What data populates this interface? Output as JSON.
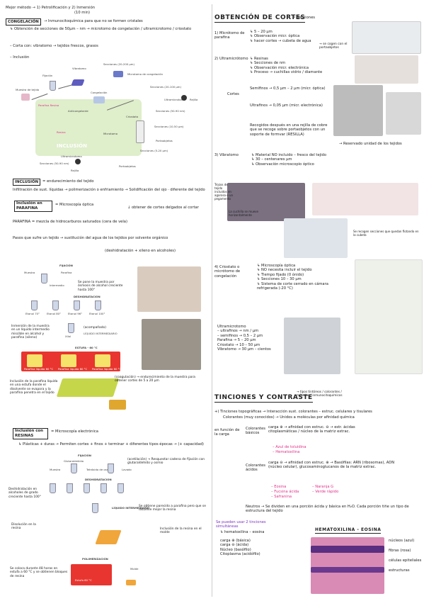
{
  "left": {
    "intro": {
      "line1": "Mejor método → 1) Petrolificación y 2) Inmersión",
      "line1b": "(10 min)",
      "congelacion_label": "CONGELACIÓN",
      "congelacion_text": "→ Inmunocitoquímica para que no se formen cristales",
      "obtencion": "↳ Obtención de secciones de 50μm – nm → microtomo de congelación / ultramicrotomo / criostato",
      "corta_con": "– Corta con: vibratomo → tejidos frescos, grasos",
      "inclusion": "– Inclusión"
    },
    "diagram": {
      "labels": [
        "Muestra de tejido",
        "Fijación",
        "Vibratomo",
        "Secciones (20-200 μm)",
        "Microtomo de congelación",
        "Congelación",
        "Anticongelante",
        "Secciones (20-100 μm)",
        "Ultramicrotomo",
        "Rejilla",
        "Secciones (50-90 nm)",
        "Criostato",
        "Secciones (10-50 μm)",
        "Portaobjetos",
        "Parafina Resina",
        "Resina",
        "Microtomo",
        "Secciones (5-20 μm)",
        "Portaobjetos",
        "Ultramicrotomo",
        "Secciones (50-90 nm)",
        "Rejilla"
      ],
      "inclusion_title": "INCLUSIÓN"
    },
    "inclusion": {
      "label": "INCLUSIÓN",
      "text": "= endurecimiento del tejido",
      "infiltracion": "Infiltración de sust. líquidas → polimerización o enfriamiento → Solidificación del ojo · diferente del tejido",
      "parafina_label": "Inclusión en PARAFINA",
      "parafina_text": "= Microscopía óptica",
      "parafina_note": "↓ obtener de cortes delgados al cortar",
      "parafina_def": "PARAFINA = mezcla de hidrocarburos saturados (cera de vela)",
      "pasos": "Pasos que sufre un tejido → sustitución del agua de los tejidos por solvente orgánico",
      "pasos2": "(deshidratación + xileno en alcoholes)"
    },
    "process1": {
      "labels": [
        "FIJACIÓN",
        "Muestra",
        "Parafina",
        "Intermedio",
        "DESHIDRATACIÓN",
        "Etanol 70°",
        "Etanol 80°",
        "Etanol 96°",
        "Etanol 100°",
        "Xilol",
        "LÍQUIDO INTERMEDIARIO",
        "ESTUFA - 60 °C",
        "Parafina líquida 60 °C",
        "Parafina líquida 60 °C",
        "Parafina líquida 60 °C"
      ],
      "note1": "Se pone la muestra por ósmosis de alcohol creciente hasta 100°",
      "note2": "Inmersión de la muestra en un líquido intermedio miscible en alcohol y parafina (xileno)",
      "note3": "(acompañado)",
      "note4": "Inclusión de la parafina líquida en una estufa donde el disolvente se evapora y la parafina penetra en el tejido",
      "note5": "(coagulación) → endurecimiento de la muestra para obtener cortes de 5 a 20 μm"
    },
    "resina": {
      "label": "Inclusión con RESINAS",
      "text": "= Microscopía electrónica",
      "sub": "↳ Plásticas + duras → Permiten cortes + finos + terminar + diferentes tipos épocas → (+ capacidad)",
      "labels": [
        "FIJACIÓN",
        "Glutaraldehído",
        "Muestra",
        "Tetróxido de osmio",
        "Lavado",
        "DESHIDRATACIÓN",
        "LÍQUIDO INTERMEDIARIO",
        "POLIMERIZACIÓN",
        "Estufa 60 °C",
        "Molde"
      ],
      "note1": "(acetilación) → Resquestar cadena de fijación con glutaraldehído y osmio",
      "note2": "Deshidratación en alcoholes de grado creciente hasta 100°",
      "note3": "Disolución en la resina",
      "note4": "Se obtiene parecido a parafina pero que se disuelve mejor la resina",
      "note5": "Inclusión de la resina en el molde",
      "note6": "Se coloca durante 48 horas en estufa a 60 °C y se obtienen bloques de resina"
    }
  },
  "right": {
    "obtencion": {
      "title": "OBTENCIÓN DE CORTES",
      "title_tag": "= Secciones",
      "item1_label": "1) Micrótomo de parafina",
      "item1": "↳ 5 – 20 μm\n↳ Observación micr. óptica\n↳ hacer cortes → cubeta de agua",
      "item1_note": "→ se cogen con el portaobjetos",
      "item2_label": "2) Ultramicrótomo",
      "item2": "↳ Resinas\n↳ Secciones de nm\n↳ Observación micr. electrónica\n↳ Proceso → cuchillas vidrio / diamante",
      "cortes": "Cortes",
      "semifinos": "Semifinos → 0,5 μm – 2 μm (micr. óptica)",
      "ultrafinos": "Ultrafinos → 0,05 μm (micr. electrónica)",
      "recogidos": "Recogidos después en una rejilla de cobre que se recoge sobre portaobjetos con un soporte de formvar (RESILLA)",
      "recogidos_note": "→ Reservado unidad de los tejidos",
      "item3_label": "3) Vibratomo",
      "item3": "↳ Material NO incluido – fresco del tejido\n↳ 30 – centenares μm\n↳ Observación microscopio óptico",
      "vib_note1": "Trozos de tejido incluidos en agarosa o un pegamento",
      "vib_note2": "La cuchilla se mueve horizontalmente",
      "vib_note3": "Se recogen secciones que quedan flotando en la cubeta",
      "item4_label": "4) Criostato o micrótomo de congelación",
      "item4": "↳ Microscopía óptica\n↳ NO necesita incluir el tejido\n↳ Tiempo fijado (0 ónido)\n↳ Secciones 10 – 30 μm\n↳ Sistema de corte cerrado en cámara refrigerada (-20 °C)",
      "summary": "Ultramicrotomo\n– ultrafinos → nm / μm\n– semifinos → 0,5 – 2 μm\nParafina → 5 – 20 μm\nCriostato → 10 – 50 μm\nVibratomo → 30 μm – cientos"
    },
    "tinciones": {
      "title": "TINCIONES Y CONTRASTE",
      "title_tag": "→ tipos tintóreos / colorantes / métodos / inmunocitoquímicos",
      "item1": "+) Tinciones topográficas → Interacción sust. colorantes – estruc. celulares y tisulares",
      "colorantes": "Colorantes (muy conocidos) → Unidos a moléculas por afinidad química",
      "en_funcion": "en función de la carga",
      "basicos": "Colorantes básicos",
      "basicos_text": "carga ⊕ → afinidad con estruc. ⊖ → estr. ácidas citoplasmáticas / núcleo de la matriz extrac.",
      "basicos_list1": "– Azul de toluidina",
      "basicos_list2": "– Hematoxilina",
      "acidos": "Colorantes ácidos",
      "acidos_text": "carga ⊖ → afinidad con estruc. ⊕ → Basófilas: ARN (ribosomas), ADN (núcleo celular), glucosaminoglucanos de la matriz extrac.",
      "acidos_list1": "– Eosina",
      "acidos_list2": "– Fucsina ácida",
      "acidos_list3": "– Naranja G",
      "acidos_list4": "– Verde rápido",
      "acidos_list5": "– Safranina",
      "neutros": "Neutros → Se dividen en una porción ácida y básica en H₂O. Cada porción tiñe un tipo de estructura del tejido",
      "he_note": "Se pueden usar 2 tinciones simultáneas",
      "he_sub": "↳ hematoxilina – eosina",
      "he_title": "HEMATOXILINA - EOSINA",
      "he_labels": [
        "núcleos (azul)",
        "fibras (rosa)",
        "células epiteliales",
        "estructuras"
      ],
      "he_left": "carga ⊕ (básica)\ncarga ⊖ (ácida)\nNúcleo (basófilo)\nCitoplasma (acidófilo)"
    }
  }
}
